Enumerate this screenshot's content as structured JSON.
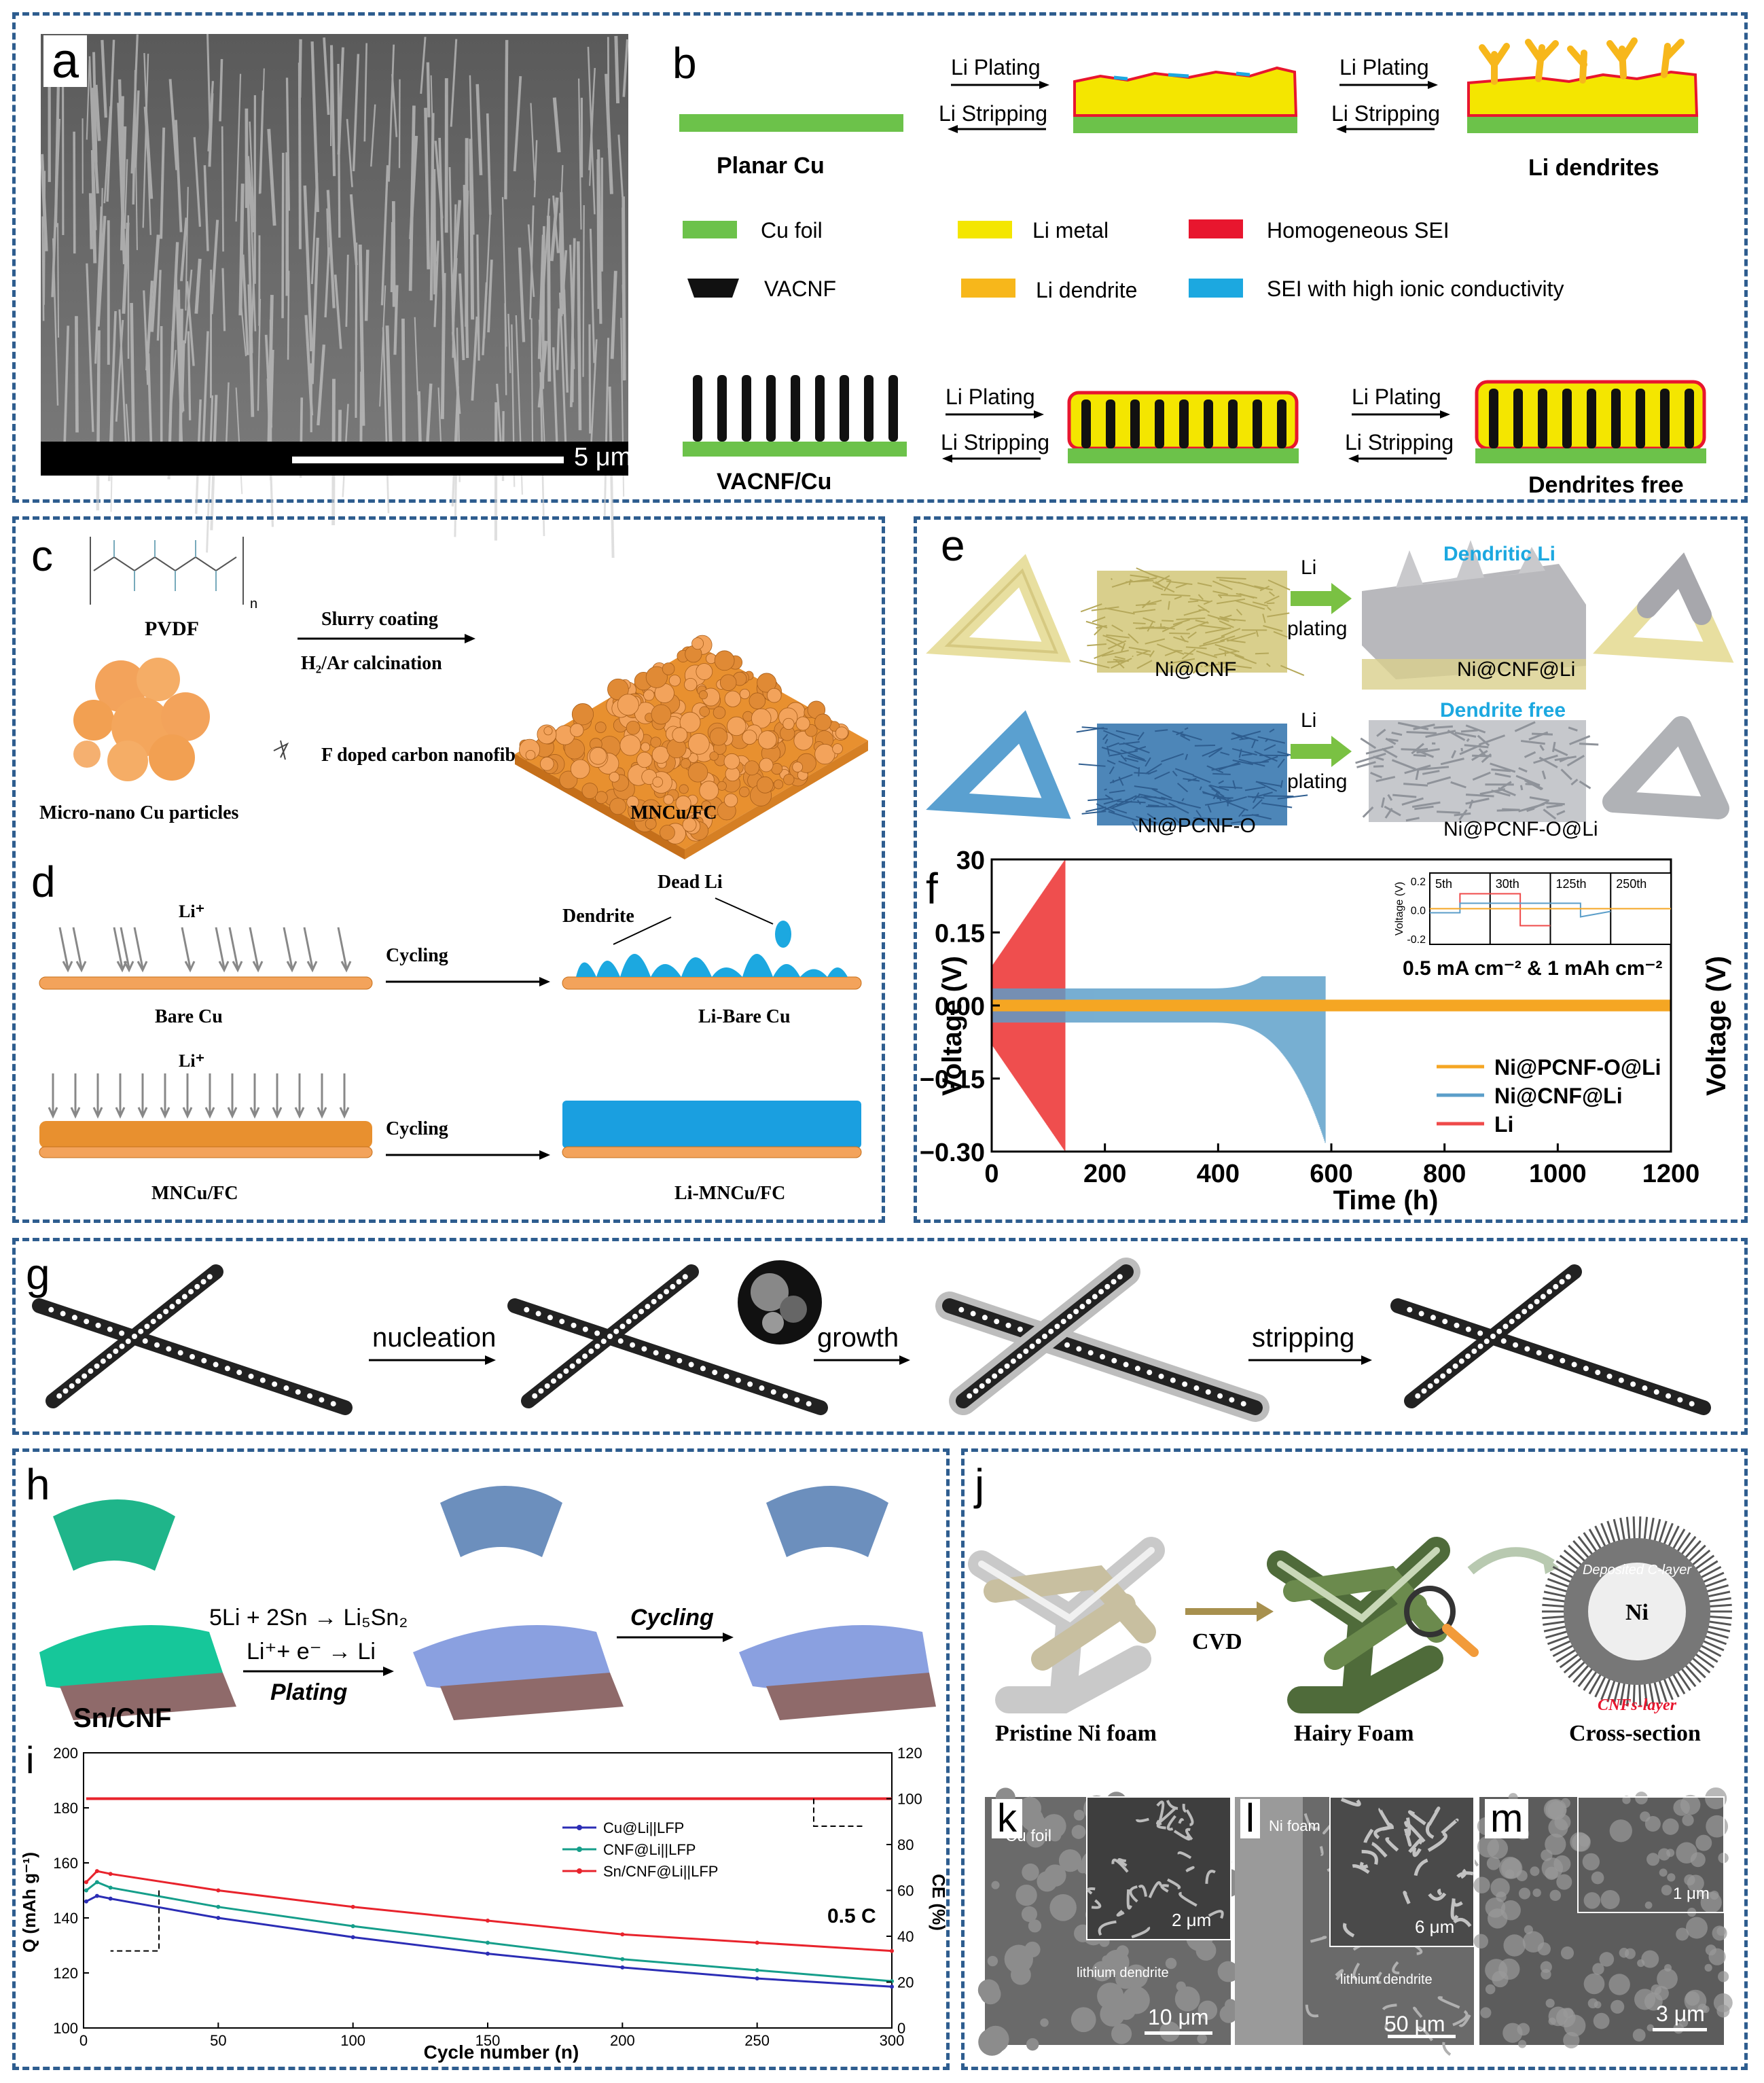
{
  "colors": {
    "cu_foil": "#6cc24a",
    "li_metal": "#f4e600",
    "homogeneous_sei": "#e8162e",
    "sei_high_ionic": "#1ca8e0",
    "li_dendrite": "#f7b71b",
    "panel_border": "#2e5d8f",
    "series_ni_pcnf": "#f5a623",
    "series_ni_cnf": "#5b9ec9",
    "series_li": "#ef4a4a",
    "series_cu": "#2b2db5",
    "series_cnf": "#159e8a",
    "series_sn": "#e8232c"
  },
  "panel_a": {
    "label": "a",
    "scalebar": "5 μm"
  },
  "panel_b": {
    "label": "b",
    "plating": "Li Plating",
    "stripping": "Li Stripping",
    "planar_cu": "Planar Cu",
    "li_dendrites": "Li dendrites",
    "vacnf_cu": "VACNF/Cu",
    "dendrites_free": "Dendrites free",
    "legend": {
      "cu_foil": "Cu foil",
      "li_metal": "Li metal",
      "homogeneous_sei": "Homogeneous SEI",
      "vacnf": "VACNF",
      "li_dendrite": "Li dendrite",
      "sei_high": "SEI with high ionic conductivity"
    }
  },
  "panel_c": {
    "label": "c",
    "pvdf": "PVDF",
    "n": "n",
    "slurry": "Slurry coating",
    "calcination": "H₂/Ar calcination",
    "f_doped": "F doped carbon nanofiber",
    "micro_nano": "Micro-nano Cu particles",
    "mncu_fc": "MNCu/FC"
  },
  "panel_d": {
    "label": "d",
    "li_plus": "Li⁺",
    "cycling": "Cycling",
    "bare_cu": "Bare Cu",
    "li_bare_cu": "Li-Bare Cu",
    "dendrite": "Dendrite",
    "dead_li": "Dead Li",
    "mncu_fc": "MNCu/FC",
    "li_mncu_fc": "Li-MNCu/FC"
  },
  "panel_e": {
    "label": "e",
    "li": "Li",
    "plating": "plating",
    "dendritic_li": "Dendritic Li",
    "dendrite_free": "Dendrite free",
    "ni_cnf": "Ni@CNF",
    "ni_cnf_li": "Ni@CNF@Li",
    "ni_pcnf_o": "Ni@PCNF-O",
    "ni_pcnf_o_li": "Ni@PCNF-O@Li"
  },
  "panel_f": {
    "label": "f",
    "chart_data": {
      "type": "line",
      "xlabel": "Time (h)",
      "ylabel": "Voltage (V)",
      "ylabel_right": "Voltage (V)",
      "xlim": [
        0,
        1200
      ],
      "ylim": [
        -0.3,
        0.3
      ],
      "xticks": [
        "0",
        "200",
        "400",
        "600",
        "800",
        "1000",
        "1200"
      ],
      "yticks": [
        "30",
        "0.15",
        "0.00",
        "−0.15",
        "−0.30"
      ],
      "condition": "0.5 mA cm⁻² & 1 mAh cm⁻²",
      "series": [
        {
          "name": "Ni@PCNF-O@Li",
          "end_hour": 1200,
          "max_amplitude_v": 0.01
        },
        {
          "name": "Ni@CNF@Li",
          "end_hour": 590,
          "max_amplitude_v": 0.29
        },
        {
          "name": "Li",
          "end_hour": 130,
          "max_amplitude_v": 0.3
        }
      ],
      "inset": {
        "ylabel": "Voltage (V)",
        "yticks": [
          "0.2",
          "0.0",
          "-0.2"
        ],
        "segments": [
          "5th",
          "30th",
          "125th",
          "250th"
        ]
      }
    }
  },
  "panel_g": {
    "label": "g",
    "nucleation": "nucleation",
    "growth": "growth",
    "stripping": "stripping"
  },
  "panel_h": {
    "label": "h",
    "eq1": "5Li + 2Sn → Li₅Sn₂",
    "eq2": "Li⁺+ e⁻ → Li",
    "plating": "Plating",
    "cycling": "Cycling",
    "sn_cnf": "Sn/CNF"
  },
  "panel_i": {
    "label": "i",
    "chart_data": {
      "type": "line",
      "xlabel": "Cycle number (n)",
      "ylabel": "Q (mAh g⁻¹)",
      "ylabel_right": "CE (%)",
      "xlim": [
        0,
        300
      ],
      "ylim": [
        100,
        200
      ],
      "ylim_right": [
        0,
        120
      ],
      "xticks": [
        "0",
        "50",
        "100",
        "150",
        "200",
        "250",
        "300"
      ],
      "yticks": [
        "100",
        "120",
        "140",
        "160",
        "180",
        "200"
      ],
      "yticks_right": [
        "0",
        "20",
        "40",
        "60",
        "80",
        "100",
        "120"
      ],
      "annotation": "0.5 C",
      "x": [
        1,
        5,
        10,
        50,
        100,
        150,
        200,
        250,
        300
      ],
      "series": [
        {
          "name": "Cu@Li||LFP",
          "values": [
            146,
            148,
            147,
            140,
            133,
            127,
            122,
            118,
            115
          ]
        },
        {
          "name": "CNF@Li||LFP",
          "values": [
            150,
            153,
            151,
            144,
            137,
            131,
            125,
            121,
            117
          ]
        },
        {
          "name": "Sn/CNF@Li||LFP",
          "values": [
            153,
            157,
            156,
            150,
            144,
            139,
            134,
            131,
            128
          ]
        }
      ],
      "ce_series": {
        "values": [
          100,
          100,
          100,
          100,
          100,
          100,
          100,
          100,
          100
        ]
      }
    }
  },
  "panel_j": {
    "label": "j",
    "cvd": "CVD",
    "pristine": "Pristine Ni foam",
    "hairy": "Hairy Foam",
    "cross": "Cross-section",
    "ni": "Ni",
    "deposited": "Deposited C-layer",
    "cnfs": "CNFs-layer"
  },
  "panel_k": {
    "label": "k",
    "cu_foil": "Cu foil",
    "lithium_dendrite": "lithium dendrite",
    "scale_main": "10 μm",
    "scale_inset": "2 μm"
  },
  "panel_l": {
    "label": "l",
    "ni_foam": "Ni foam",
    "lithium_dendrite": "lithium dendrite",
    "scale_main": "50 μm",
    "scale_inset": "6 μm"
  },
  "panel_m": {
    "label": "m",
    "scale_main": "3 μm",
    "scale_inset": "1 μm"
  }
}
